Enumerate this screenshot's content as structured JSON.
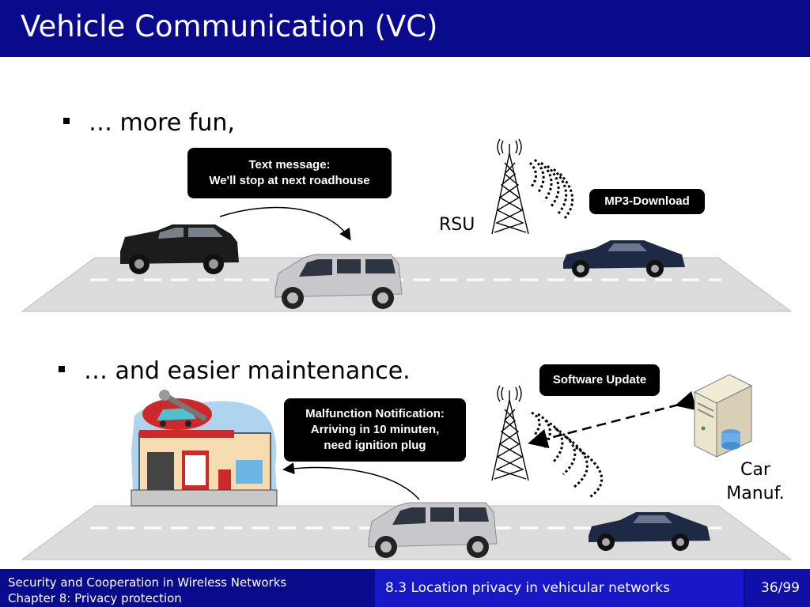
{
  "slide": {
    "title": "Vehicle Communication (VC)",
    "bullet_1": "… more fun,",
    "bullet_2": "… and easier maintenance."
  },
  "scene_top": {
    "callout_text_line1": "Text message:",
    "callout_text_line2": "We'll stop at next roadhouse",
    "callout_mp3": "MP3-Download",
    "rsu_label": "RSU"
  },
  "scene_bottom": {
    "callout_software": "Software Update",
    "callout_malfunction_line1": "Malfunction Notification:",
    "callout_malfunction_line2": "Arriving in 10 minuten,",
    "callout_malfunction_line3": "need ignition plug",
    "server_label_line1": "Car",
    "server_label_line2": "Manuf."
  },
  "footer": {
    "course_line1": "Security and Cooperation in Wireless Networks",
    "course_line2": "Chapter 8: Privacy protection",
    "section": "8.3 Location privacy in vehicular networks",
    "page": "36/99"
  },
  "colors": {
    "bar_dark": "#0a0a8c",
    "bar_mid": "#1818c8",
    "road": "#dcdcdc"
  }
}
